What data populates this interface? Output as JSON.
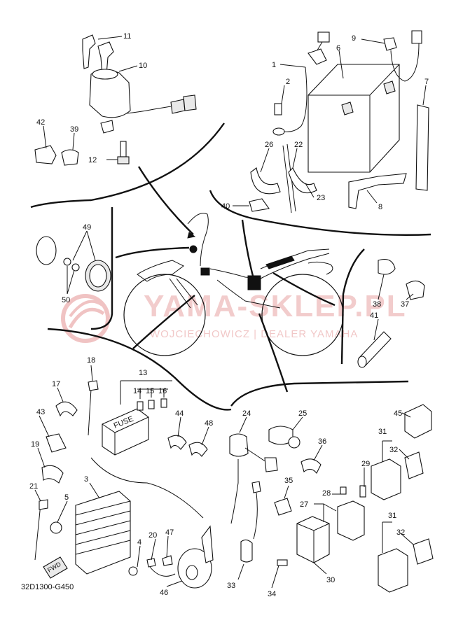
{
  "watermark": {
    "brand": "YAMA-SKLEP.PL",
    "dealer": "WOJCIECHOWICZ | DEALER YAMAHA"
  },
  "diagram_code": "32D1300-G450",
  "fwd_label": "FWD",
  "fuse_label": "FUSE",
  "callouts": {
    "c1": "1",
    "c2": "2",
    "c3": "3",
    "c4": "4",
    "c5": "5",
    "c6": "6",
    "c7": "7",
    "c8": "8",
    "c9": "9",
    "c10": "10",
    "c11": "11",
    "c12": "12",
    "c13": "13",
    "c14": "14",
    "c15": "15",
    "c16": "16",
    "c17": "17",
    "c18": "18",
    "c19": "19",
    "c20": "20",
    "c21": "21",
    "c22": "22",
    "c23": "23",
    "c24": "24",
    "c25": "25",
    "c26": "26",
    "c27": "27",
    "c28": "28",
    "c29": "29",
    "c30": "30",
    "c31a": "31",
    "c31b": "31",
    "c32a": "32",
    "c32b": "32",
    "c33": "33",
    "c34": "34",
    "c35": "35",
    "c36": "36",
    "c37": "37",
    "c38": "38",
    "c39": "39",
    "c40": "40",
    "c41": "41",
    "c42": "42",
    "c43": "43",
    "c44": "44",
    "c45": "45",
    "c46": "46",
    "c47": "47",
    "c48": "48",
    "c49": "49",
    "c50": "50"
  }
}
